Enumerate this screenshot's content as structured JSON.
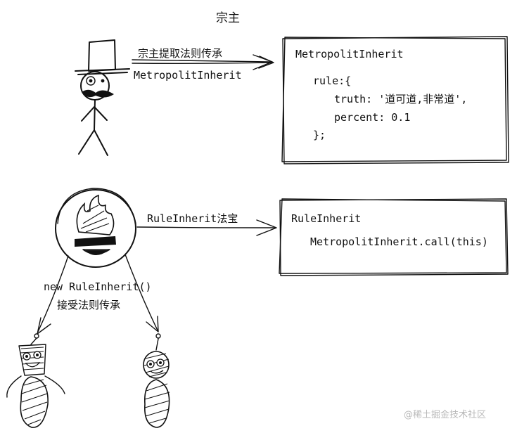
{
  "title": "宗主",
  "top_arrow": {
    "label_line1": "宗主提取法则传承",
    "label_line2": "MetropolitInherit"
  },
  "metropolit_box": {
    "name": "MetropolitInherit",
    "lines": [
      "rule:{",
      "truth: '道可道,非常道',",
      "percent: 0.1",
      "};"
    ]
  },
  "rule_arrow": {
    "label": "RuleInherit法宝"
  },
  "rule_box": {
    "name": "RuleInherit",
    "call": "MetropolitInherit.call(this)"
  },
  "child_arrows": {
    "label_line1": "new RuleInherit()",
    "label_line2": "接受法则传承"
  },
  "icons": [
    "stick-figure-top-hat",
    "campfire-circle",
    "square-head-figure",
    "round-head-figure"
  ],
  "watermark": "@稀土掘金技术社区"
}
